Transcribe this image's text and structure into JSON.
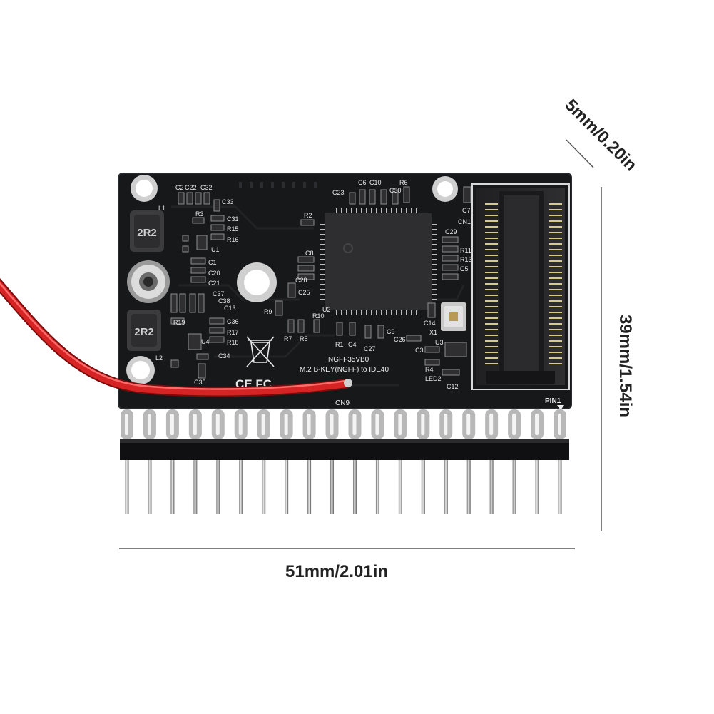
{
  "dimensions": {
    "width": "51mm/2.01in",
    "height": "39mm/1.54in",
    "thickness": "5mm/0.20in"
  },
  "board": {
    "model": "NGFF35VB0",
    "description": "M.2 B-KEY(NGFF) to IDE40",
    "inductor_marking": "2R2",
    "pin_header_label": "CN9",
    "pin1_label": "PIN1",
    "slot_label": "CN1",
    "chip_label": "U2",
    "led_label": "LED2",
    "cert_mark": "CE FC",
    "component_labels": [
      "C2",
      "C22",
      "C32",
      "C33",
      "L1",
      "R3",
      "C31",
      "R15",
      "R16",
      "U1",
      "C1",
      "C20",
      "C21",
      "C37",
      "C38",
      "C13",
      "R19",
      "C36",
      "R17",
      "R18",
      "U4",
      "C34",
      "L2",
      "C35",
      "R2",
      "C8",
      "C28",
      "C25",
      "R9",
      "R10",
      "R7",
      "R5",
      "C23",
      "C6",
      "C10",
      "R6",
      "C30",
      "C7",
      "C29",
      "R11",
      "R13",
      "C5",
      "C14",
      "X1",
      "C26",
      "C3",
      "R4",
      "C12",
      "R1",
      "C4",
      "C27",
      "C9",
      "U3"
    ],
    "pin_count": 20
  },
  "colors": {
    "pcb": "#17181a",
    "silkscreen": "#e8e8e8",
    "wire": "#d62424",
    "gold": "#d8c98a",
    "pin_silver": "#b8b8b8"
  }
}
